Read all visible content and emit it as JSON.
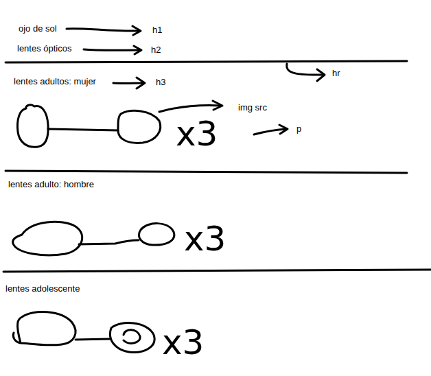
{
  "diagram": {
    "labels": [
      "ojo de sol",
      "h1",
      "lentes ópticos",
      "h2",
      "hr",
      "lentes adultos: mujer",
      "h3",
      "img src",
      "x3",
      "p",
      "lentes adulto: hombre",
      "x3",
      "lentes adolescente",
      "x3"
    ]
  }
}
